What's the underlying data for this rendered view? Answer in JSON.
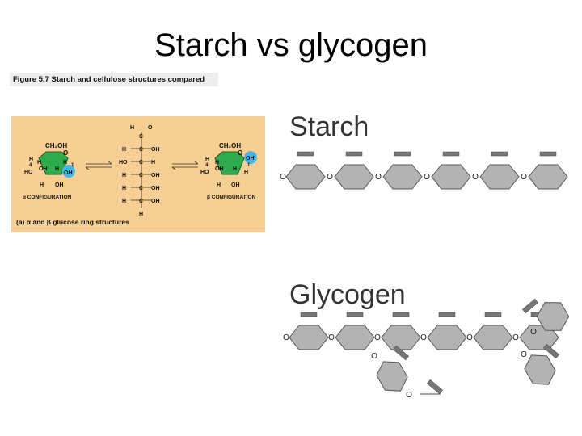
{
  "slide": {
    "title": "Starch vs glycogen"
  },
  "figure": {
    "caption": "Figure 5.7  Starch and cellulose structures compared",
    "panel_caption": "(a) α and β glucose ring structures",
    "alpha_label": "α CONFIGURATION",
    "beta_label": "β CONFIGURATION"
  },
  "sections": {
    "starch_label": "Starch",
    "glycogen_label": "Glycogen"
  },
  "chem": {
    "ch2oh": "CH₂OH",
    "o": "O",
    "h": "H",
    "oh": "OH",
    "ho": "HO",
    "c": "C",
    "n4": "4",
    "n1": "1"
  },
  "colors": {
    "panel": "#f7cf93",
    "ring_green": "#2faa4a",
    "oh_highlight": "#4db3e6",
    "hexagon": "#b3b3b3",
    "hex_outline": "#555555"
  }
}
